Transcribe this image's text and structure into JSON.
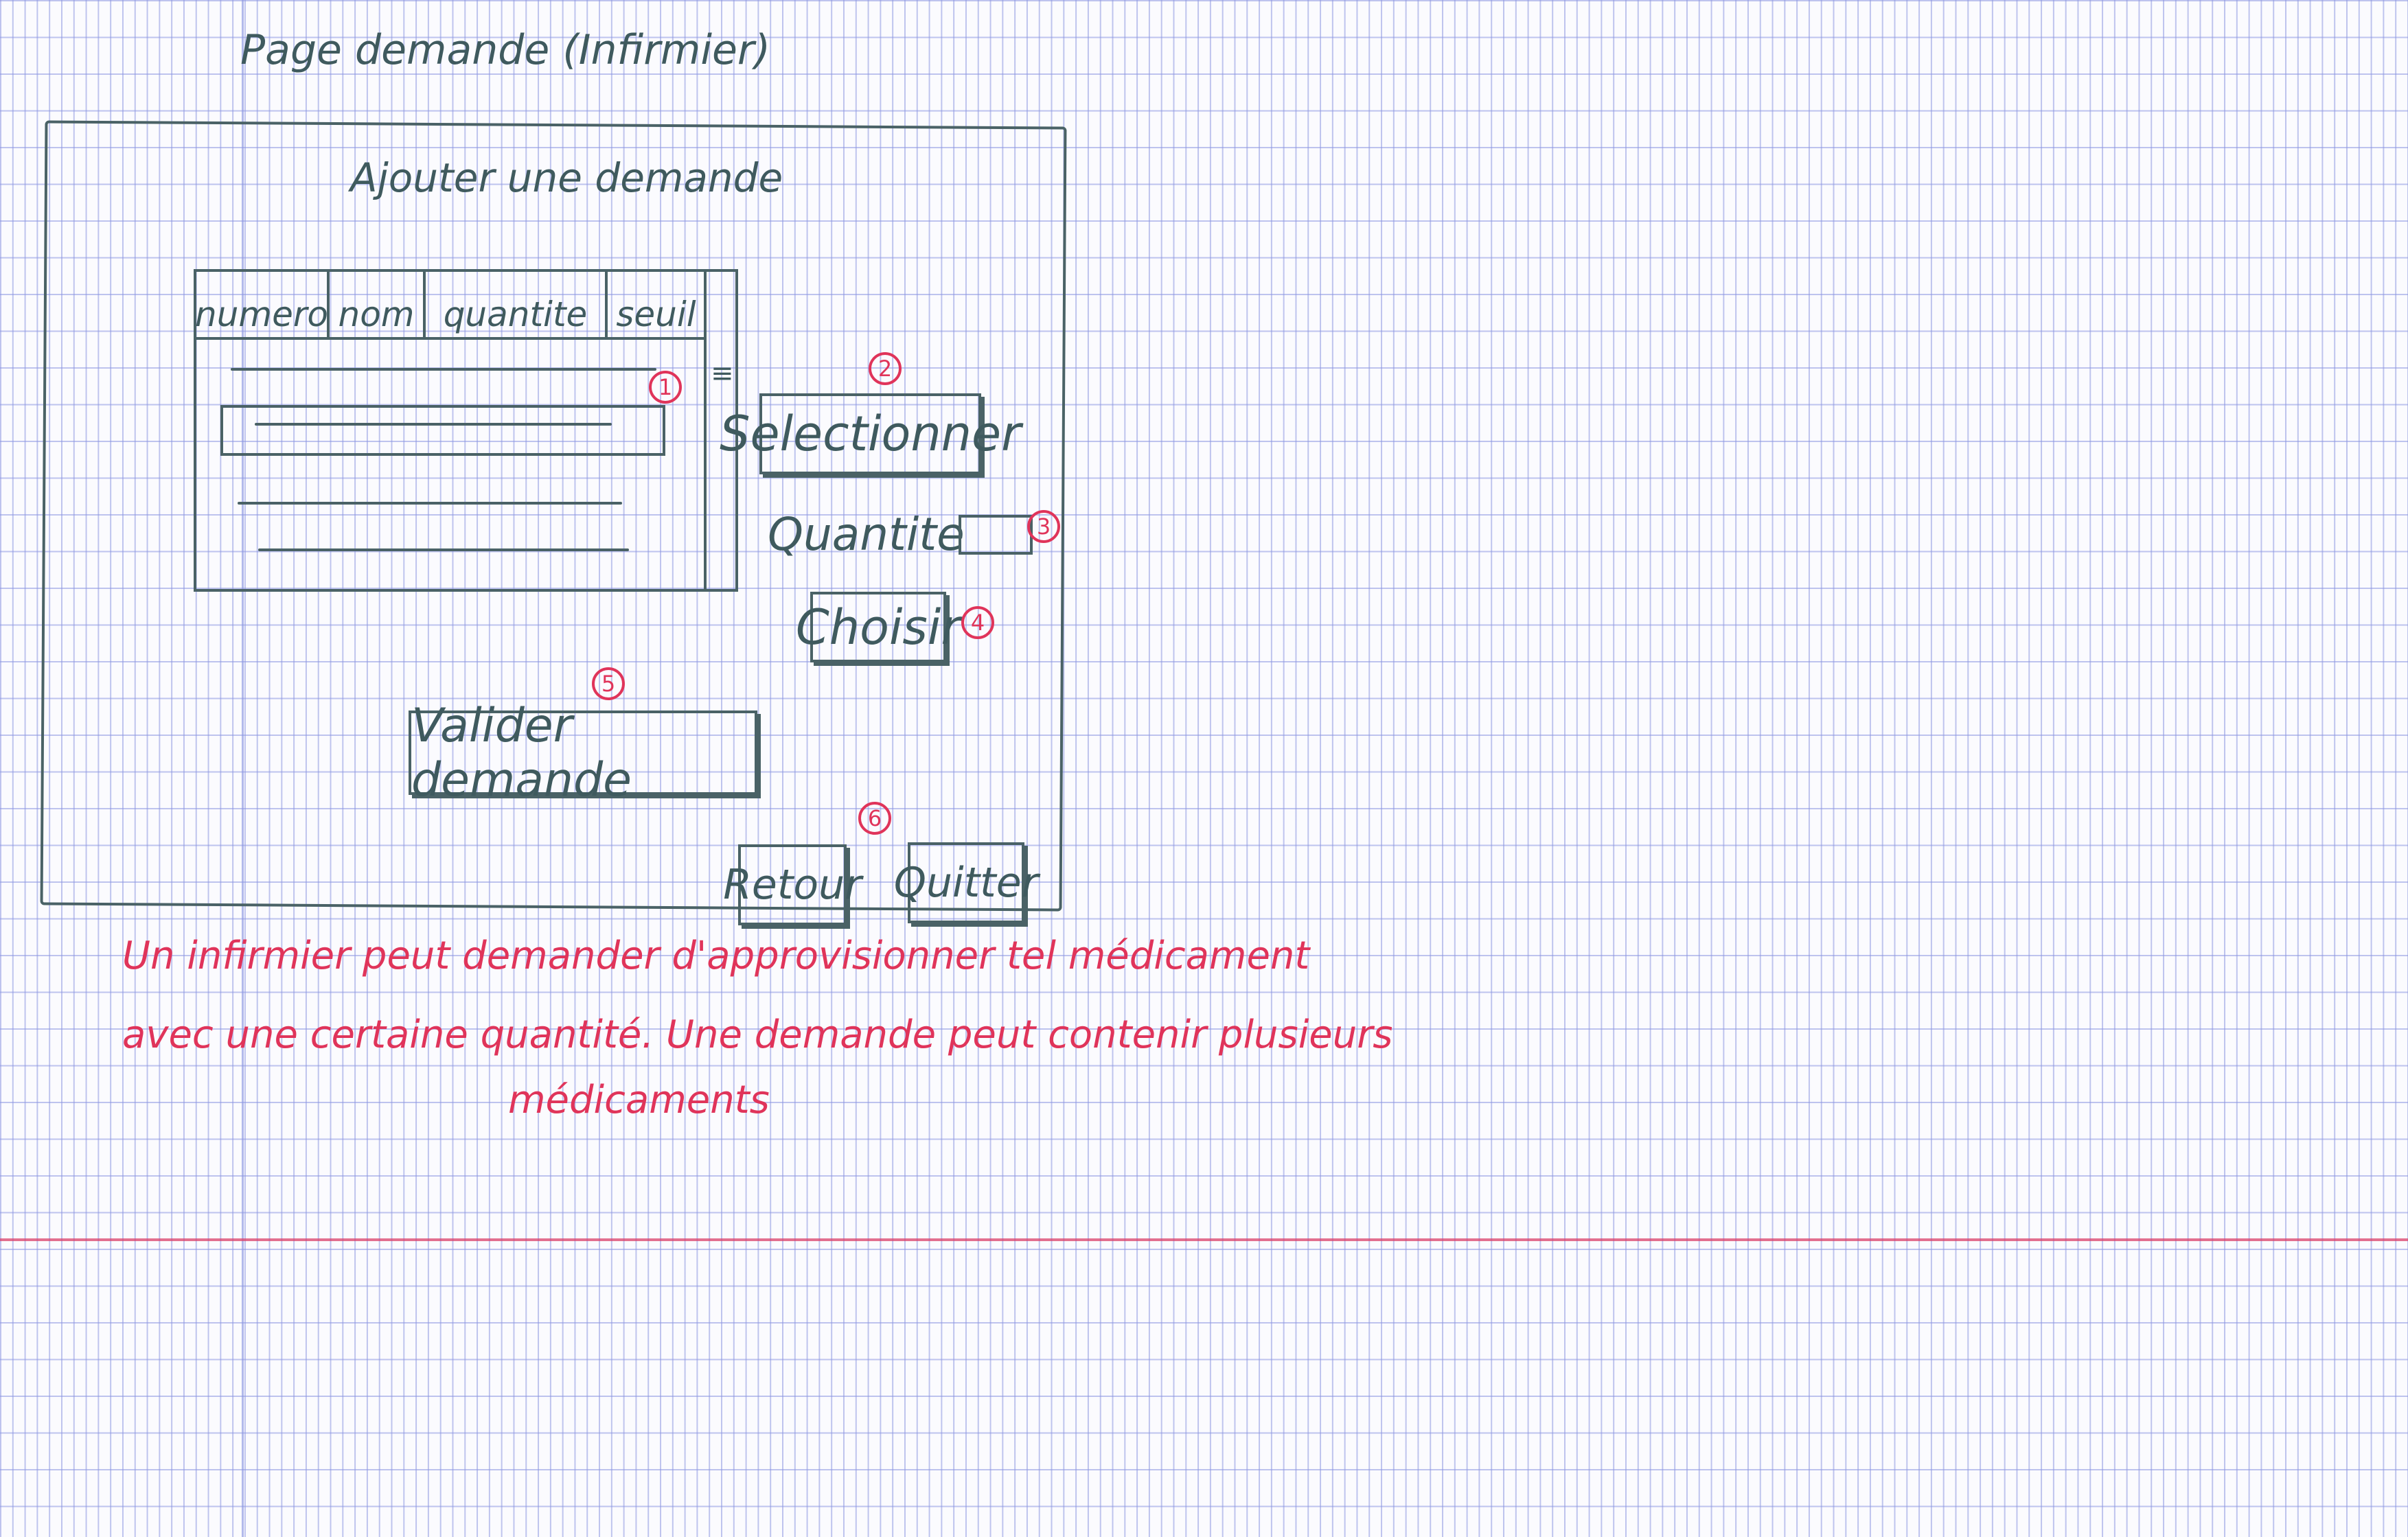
{
  "sketch": {
    "page_title": "Page demande (Infirmier)"
  },
  "window": {
    "title": "Ajouter une demande",
    "table": {
      "columns": [
        "numero",
        "nom",
        "quantite",
        "seuil"
      ]
    },
    "select_button": "Selectionner",
    "quantity_label": "Quantite",
    "choose_button": "Choisir",
    "validate_button": "Valider demande",
    "return_button": "Retour",
    "quit_button": "Quitter"
  },
  "markers": [
    "1",
    "2",
    "3",
    "4",
    "5",
    "6"
  ],
  "note": {
    "line1": "Un infirmier peut demander d'approvisionner tel médicament",
    "line2": "avec une certaine quantité. Une demande peut contenir plusieurs",
    "line3": "médicaments"
  },
  "colors": {
    "pencil": "#4a6266",
    "annotation": "#e0345a",
    "grid": "#8c96e1"
  }
}
